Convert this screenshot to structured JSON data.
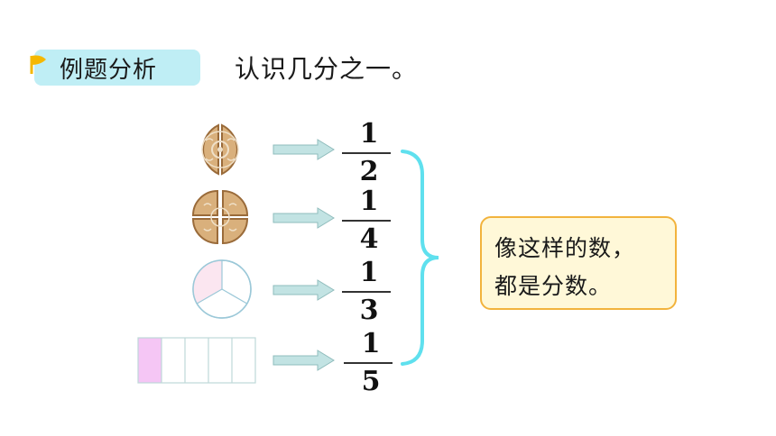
{
  "header": {
    "badge_label": "例题分析",
    "title": "认识几分之一。"
  },
  "rows": [
    {
      "figure": "cookie-halves-icon",
      "numerator": "1",
      "denominator": "2"
    },
    {
      "figure": "cookie-quarters-icon",
      "numerator": "1",
      "denominator": "4"
    },
    {
      "figure": "circle-thirds-icon",
      "numerator": "1",
      "denominator": "3"
    },
    {
      "figure": "rectangle-fifths-icon",
      "numerator": "1",
      "denominator": "5"
    }
  ],
  "callout": {
    "line1": "像这样的数，",
    "line2": "都是分数。"
  },
  "colors": {
    "badge_bg": "#bfeef5",
    "flag": "#f5b800",
    "arrow_fill": "#c2e3e3",
    "brace": "#5fe0ee",
    "shade": "#f5c6f5",
    "callout_border": "#f2b33d",
    "callout_bg": "#fff8d8"
  }
}
